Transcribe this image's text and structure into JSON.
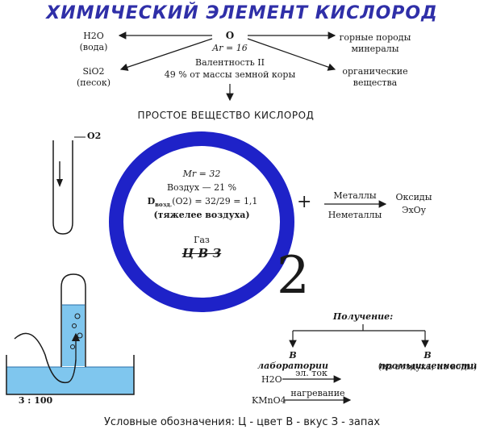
{
  "title": "ХИМИЧЕСКИЙ ЭЛЕМЕНТ КИСЛОРОД",
  "element": {
    "symbol": "O",
    "ar": "Ar = 16",
    "valence": "Валентность II",
    "abundance": "49 % от массы земной коры"
  },
  "compounds": {
    "water_formula": "H2O",
    "water_name": "(вода)",
    "sand_formula": "SiO2",
    "sand_name": "(песок)",
    "rocks_line1": "горные породы",
    "rocks_line2": "минералы",
    "organic_line1": "органические",
    "organic_line2": "вещества"
  },
  "simple_substance": {
    "heading": "ПРОСТОЕ ВЕЩЕСТВО КИСЛОРОД",
    "formula_letter": "O",
    "formula_index": "2",
    "mr": "Mr = 32",
    "air": "Воздух — 21 %",
    "density_rest": "(O2) = 32/29 = 1,1",
    "heavier": "(тяжелее воздуха)",
    "gas": "Газ",
    "props_crossed": "Ц В З",
    "tube_label": "O2"
  },
  "reaction": {
    "plus": "+",
    "metals": "Металлы",
    "nonmetals": "Неметаллы",
    "oxides": "Оксиды",
    "oxides_formula": "ЭxOy"
  },
  "collection": {
    "ratio": "3 : 100"
  },
  "obtaining": {
    "heading": "Получение:",
    "lab": "В лаборатории",
    "industry": "В промышленности",
    "industry_note": "(из воздуха, из воды)",
    "h2o": "H2O",
    "current": "эл. ток",
    "kmno4": "KMnO4",
    "heating": "нагревание"
  },
  "legend": {
    "text": "Условные обозначения: Ц - цвет В - вкус З - запах"
  },
  "colors": {
    "title": "#2f2fa8",
    "big_o": "#1e22c8",
    "water": "#7fc6ee"
  }
}
